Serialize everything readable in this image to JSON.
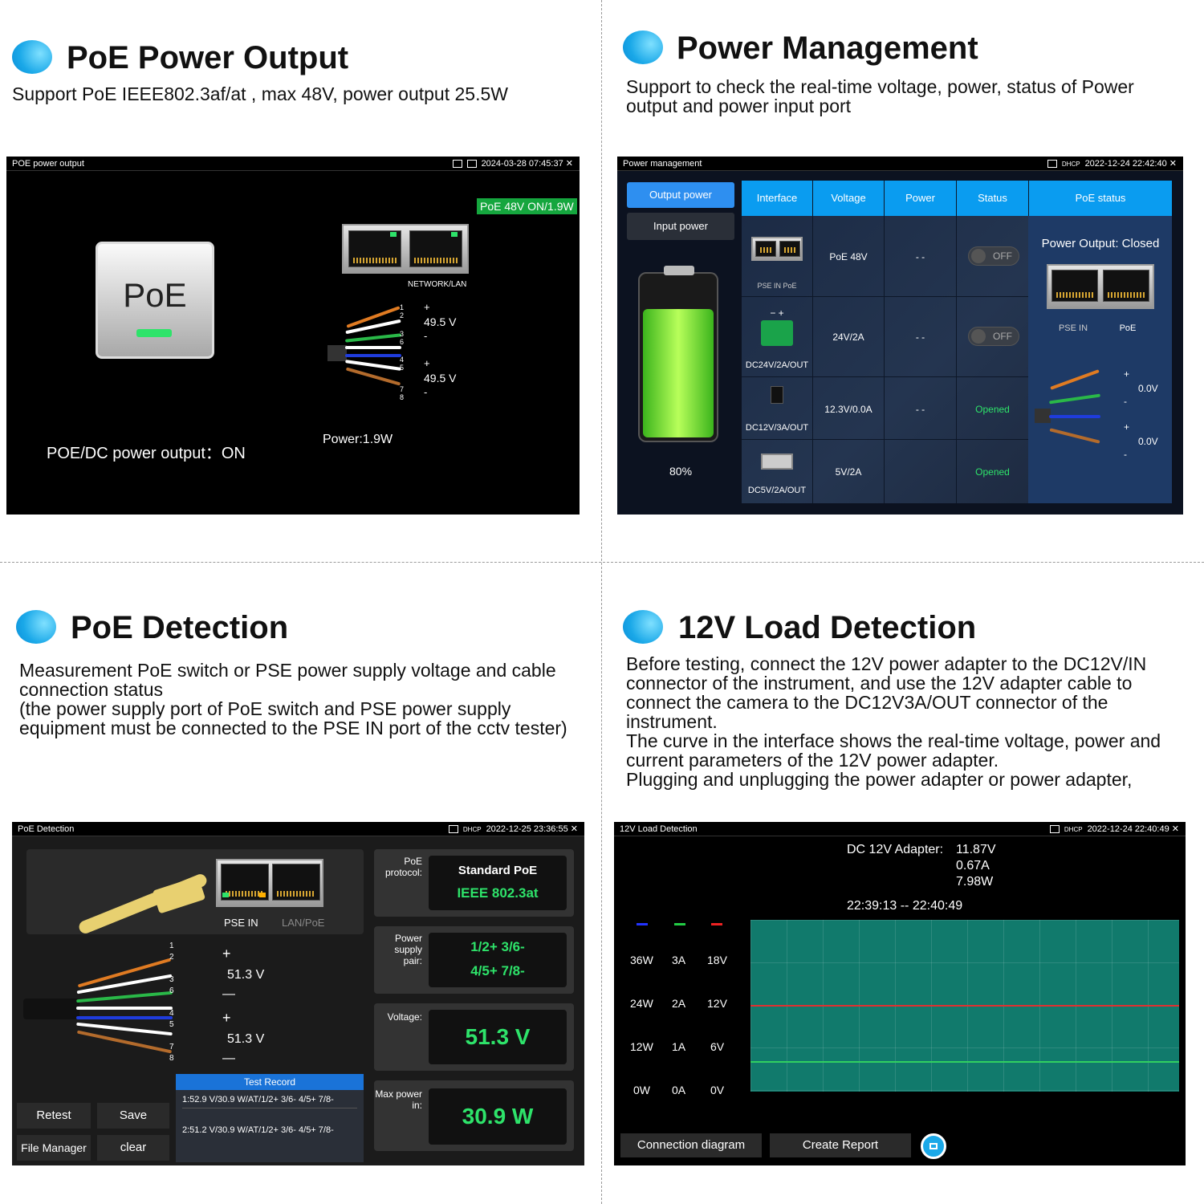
{
  "q1": {
    "title": "PoE Power Output",
    "desc": "Support PoE IEEE802.3af/at , max 48V, power output 25.5W",
    "screen_title": "POE power output",
    "clock": "2024-03-28 07:45:37",
    "poe_button_label": "PoE",
    "badge": "PoE 48V ON/1.9W",
    "port_label": "NETWORK/LAN",
    "pins": [
      "1",
      "2",
      "3",
      "6",
      "4",
      "5",
      "7",
      "8"
    ],
    "plus": "+",
    "minus": "-",
    "v1": "49.5 V",
    "v2": "49.5 V",
    "power": "Power:1.9W",
    "output_status": "POE/DC power output：ON"
  },
  "q2": {
    "title": "Power Management",
    "desc": "Support to check the real-time voltage, power, status of Power output and power input port",
    "screen_title": "Power management",
    "status_icon": "DHCP",
    "clock": "2022-12-24 22:42:40",
    "tab_output": "Output power",
    "tab_input": "Input power",
    "battery_pct": "80%",
    "battery_level": 0.8,
    "headers": [
      "Interface",
      "Voltage",
      "Power",
      "Status",
      "PoE status"
    ],
    "rows": [
      {
        "iface": "PSE IN   PoE",
        "voltage": "PoE 48V",
        "power": "- -",
        "status": "OFF"
      },
      {
        "iface": "DC24V/2A/OUT",
        "iface_top": "−  +",
        "voltage": "24V/2A",
        "power": "- -",
        "status": "OFF"
      },
      {
        "iface": "DC12V/3A/OUT",
        "voltage": "12.3V/0.0A",
        "power": "- -",
        "status": "Opened"
      },
      {
        "iface": "DC5V/2A/OUT",
        "voltage": "5V/2A",
        "power": "",
        "status": "Opened"
      }
    ],
    "poe_status": "Power Output: Closed",
    "pse_in": "PSE IN",
    "poe": "PoE",
    "v1": "0.0V",
    "v2": "0.0V",
    "plus": "+",
    "minus": "-"
  },
  "q3": {
    "title": "PoE Detection",
    "desc1": "Measurement PoE switch or PSE power supply voltage and cable connection status",
    "desc2": "(the power supply port of PoE switch and PSE power supply equipment must be connected to the PSE IN port of the cctv tester)",
    "screen_title": "PoE Detection",
    "status_icon": "DHCP",
    "clock": "2022-12-25 23:36:55",
    "pse_in": "PSE IN",
    "lan_poe": "LAN/PoE",
    "plus": "+",
    "minus": "—",
    "v1": "51.3 V",
    "v2": "51.3 V",
    "test_record": "Test Record",
    "records": [
      "1:52.9 V/30.9 W/AT/1/2+  3/6-  4/5+ 7/8-",
      "2:51.2 V/30.9 W/AT/1/2+  3/6-  4/5+ 7/8-"
    ],
    "btn_retest": "Retest",
    "btn_save": "Save",
    "btn_file": "File Manager",
    "btn_clear": "clear",
    "lbl_protocol": "PoE protocol:",
    "protocol1": "Standard PoE",
    "protocol2": "IEEE 802.3at",
    "lbl_pair": "Power supply pair:",
    "pair1": "1/2+  3/6-",
    "pair2": "4/5+  7/8-",
    "lbl_voltage": "Voltage:",
    "voltage": "51.3 V",
    "lbl_maxpower": "Max power in:",
    "maxpower": "30.9 W"
  },
  "q4": {
    "title": "12V Load Detection",
    "desc": "Before testing, connect the 12V power adapter to the DC12V/IN connector of the instrument, and use the 12V adapter cable to connect the camera to the DC12V3A/OUT connector of the instrument.\nThe curve in the interface shows the real-time voltage, power and current parameters of the 12V power adapter.\nPlugging and unplugging the power adapter or power adapter,",
    "screen_title": "12V Load Detection",
    "status_icon": "DHCP",
    "clock": "2022-12-24 22:40:49",
    "adapter_label": "DC 12V Adapter:",
    "adapter_v": "11.87V",
    "adapter_a": "0.67A",
    "adapter_w": "7.98W",
    "time_range": "22:39:13 -- 22:40:49",
    "legend_colors": [
      "#2233ff",
      "#22cc44",
      "#ee2222"
    ],
    "axis_w": [
      "36W",
      "24W",
      "12W",
      "0W"
    ],
    "axis_a": [
      "3A",
      "2A",
      "1A",
      "0A"
    ],
    "axis_v": [
      "18V",
      "12V",
      "6V",
      "0V"
    ],
    "btn_connection": "Connection diagram",
    "btn_report": "Create Report"
  },
  "colors": {
    "accent": "#1aa8e8",
    "green": "#2ee36a",
    "tabblue": "#0a9cf0"
  }
}
